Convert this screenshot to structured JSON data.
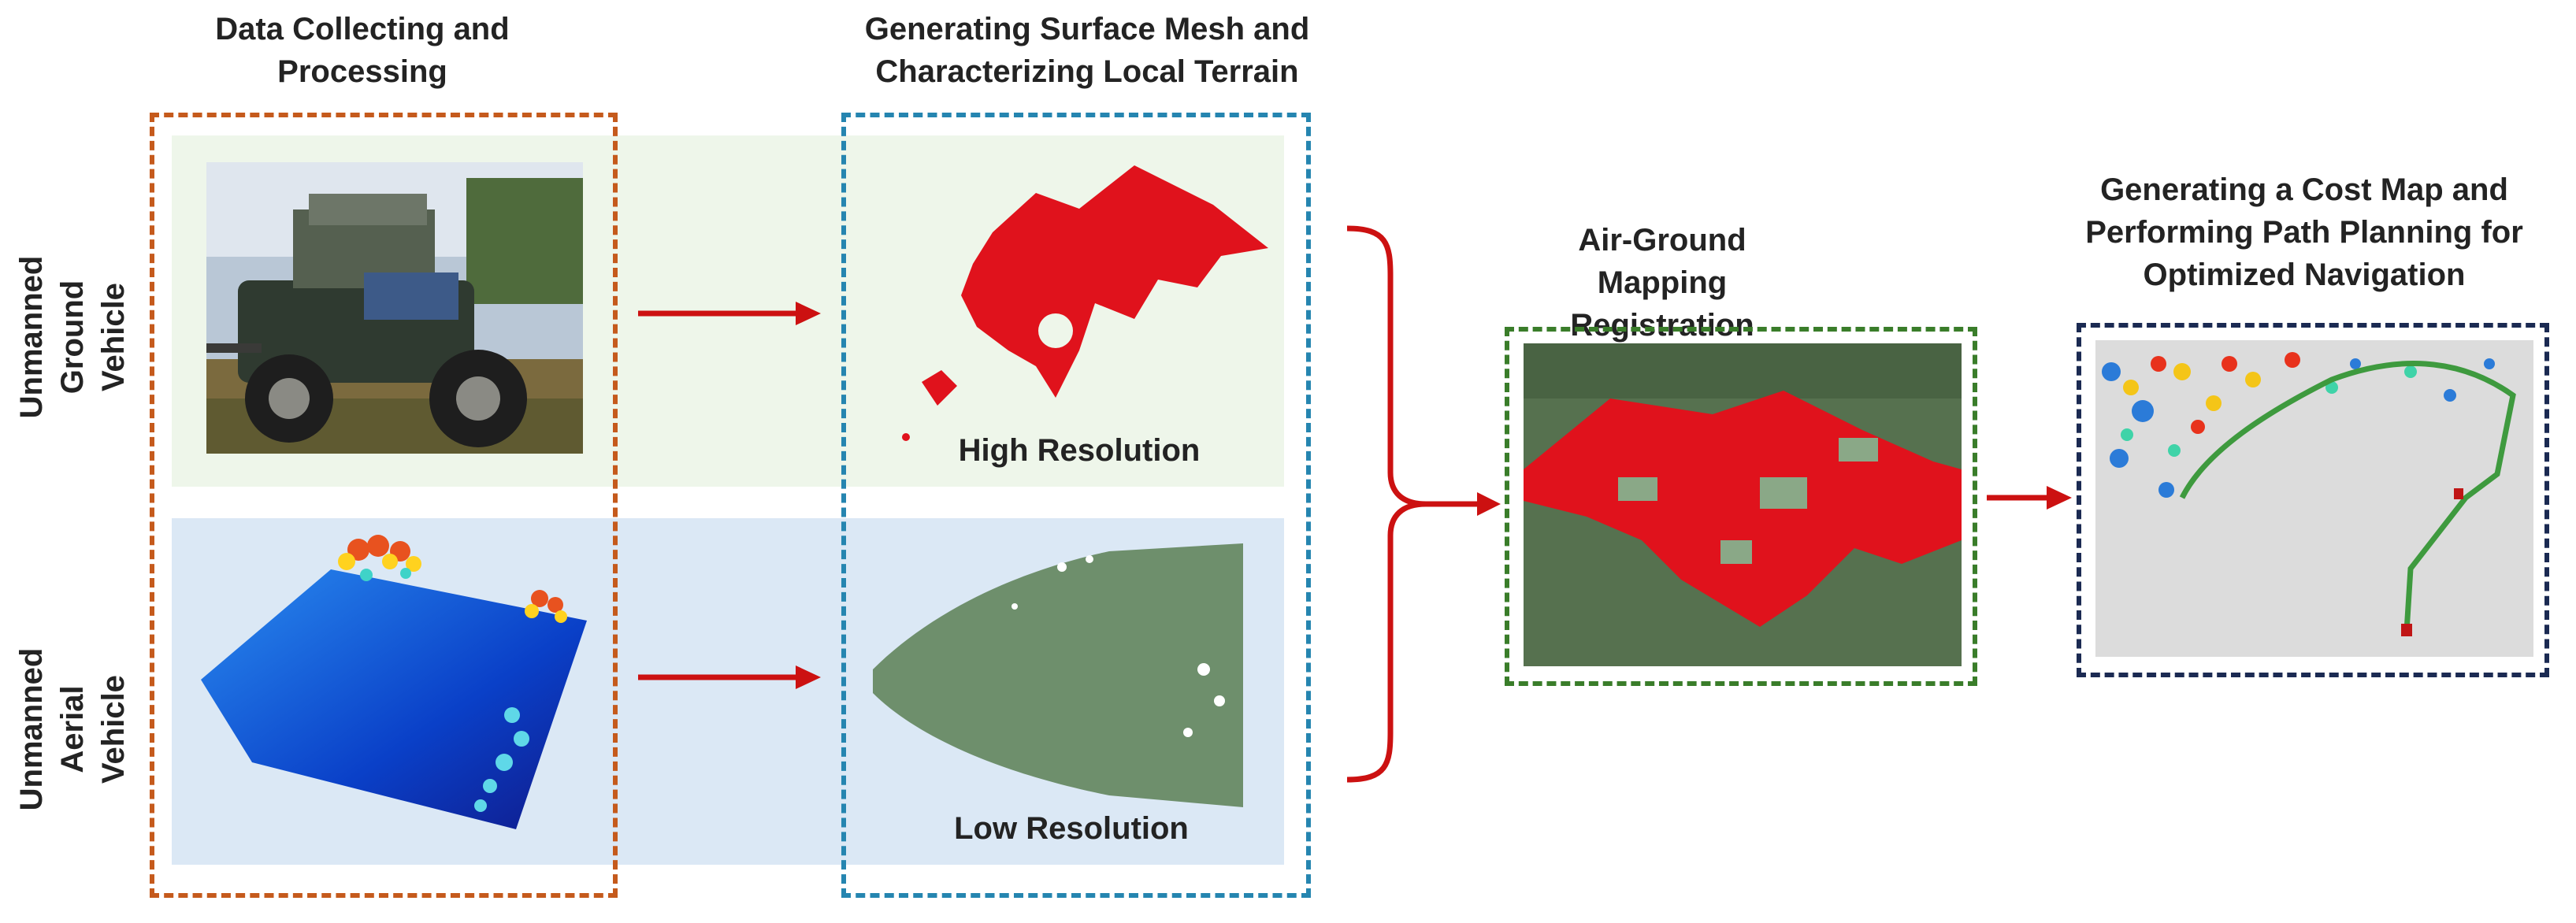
{
  "stages": {
    "collect_title": "Data Collecting and Processing",
    "surface_title": "Generating Surface Mesh and Characterizing Local Terrain",
    "registration_title": "Air-Ground Mapping Registration",
    "costmap_title": "Generating a Cost Map and Performing Path Planning for Optimized Navigation"
  },
  "rows": {
    "ugv_label": "Unmanned Ground Vehicle",
    "uav_label": "Unmanned Aerial Vehicle"
  },
  "resolution": {
    "high": "High Resolution",
    "low": "Low Resolution"
  },
  "colors": {
    "collect_border": "#c55a1c",
    "surface_border": "#2585b0",
    "registration_border": "#3a7d2a",
    "costmap_border": "#1b2a52",
    "arrow": "#cc1111",
    "ugv_band": "#eef6ea",
    "uav_band": "#dbe8f5",
    "mesh_red": "#e0121c",
    "terrain_green": "#6e8f6c"
  },
  "icons": {
    "ugv_photo": "ground-vehicle-photo",
    "uav_cloud": "aerial-point-cloud",
    "high_mesh": "red-surface-mesh",
    "low_mesh": "green-terrain-mesh",
    "registration": "merged-map",
    "costmap": "cost-map-with-path"
  }
}
